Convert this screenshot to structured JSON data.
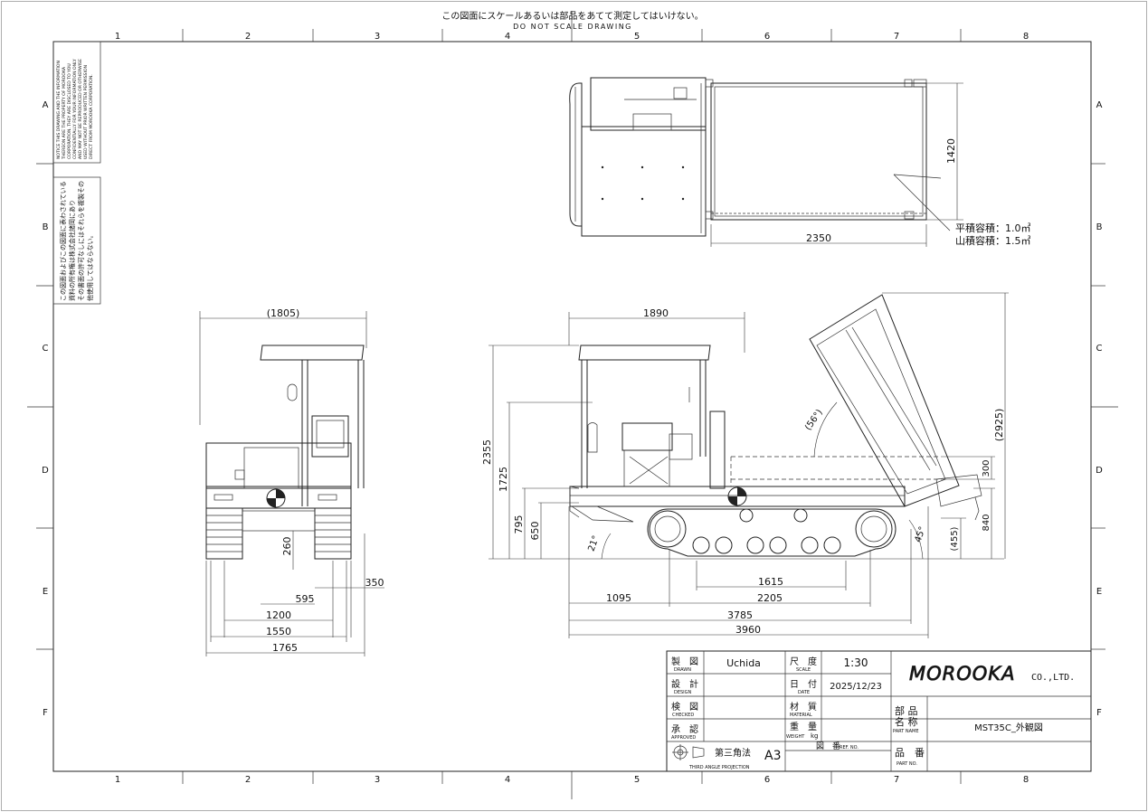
{
  "notice": {
    "jp": "この図面にスケールあるいは部品をあてて測定してはいけない。",
    "en": "DO NOT SCALE DRAWING"
  },
  "grid": {
    "cols": [
      "1",
      "2",
      "3",
      "4",
      "5",
      "6",
      "7",
      "8"
    ],
    "rows": [
      "A",
      "B",
      "C",
      "D",
      "E",
      "F"
    ]
  },
  "side_notes": {
    "english": [
      "NOTICE THIS DRAWING AND THE INFORMATION",
      "THEREON ARE THE PROPERTY OF MOROOKA",
      "CORPORATION. THEY ARE DISCLOSED TO YOU",
      "CONFIDENTIALLY FOR YOUR INFORMATION ONLY",
      "AND MAY NOT BE REPRODUCED OR OTHERWISE",
      "USED WITHOUT PRIOR WRITTEN PERMISSION",
      "DIRECT FROM MOROOKA CORPORATION."
    ],
    "japanese": [
      "この図面およびこの図面に表わされている",
      "資料の所有権は株式会社諸岡にあり",
      "その書面の許可なしにはそれらを複製その",
      "他使用してはならない。"
    ]
  },
  "dimensions": {
    "top_view": {
      "width": "1420",
      "length": "2350",
      "capacity_flat": "平積容積：1.0㎥",
      "capacity_heaped": "山積容積：1.5㎥"
    },
    "front_view": {
      "canopy_width": "(1805)",
      "d260": "260",
      "d595": "595",
      "d350": "350",
      "d1200": "1200",
      "d1550": "1550",
      "d1765": "1765"
    },
    "side_view": {
      "d1890": "1890",
      "d2355": "2355",
      "d1725": "1725",
      "d795": "795",
      "d650": "650",
      "angle_21": "21°",
      "angle_56": "(56°)",
      "d2925": "(2925)",
      "d300": "300",
      "d840": "840",
      "d455": "(455)",
      "angle_45": "45°",
      "d1615": "1615",
      "d1095": "1095",
      "d2205": "2205",
      "d3785": "3785",
      "d3960": "3960"
    }
  },
  "title_block": {
    "drawn_label": "製　図",
    "drawn_label_en": "DRAWN",
    "drawn_value": "Uchida",
    "design_label": "設　計",
    "design_label_en": "DESIGN",
    "checked_label": "検　図",
    "checked_label_en": "CHECKED",
    "approved_label": "承　認",
    "approved_label_en": "APPROVED",
    "scale_label": "尺　度",
    "scale_label_en": "SCALE",
    "scale_value": "1:30",
    "date_label": "日　付",
    "date_label_en": "DATE",
    "date_value": "2025/12/23",
    "material_label": "材　質",
    "material_label_en": "MATERIAL",
    "weight_label": "重　量",
    "weight_label_en": "WEIGHT",
    "weight_unit": "kg",
    "ref_label": "図　番",
    "ref_label_en": "REF. NO.",
    "company_logo": "MOROOKA",
    "company_suffix": "CO.,LTD.",
    "part_name_label": "部 品\n名 称",
    "part_name_label_en": "PART NAME",
    "part_name_value": "MST35C_外観図",
    "part_no_label": "品　番",
    "part_no_label_en": "PART NO.",
    "projection_label": "第三角法",
    "projection_label_en": "THIRD ANGLE PROJECTION",
    "sheet_size": "A3"
  }
}
